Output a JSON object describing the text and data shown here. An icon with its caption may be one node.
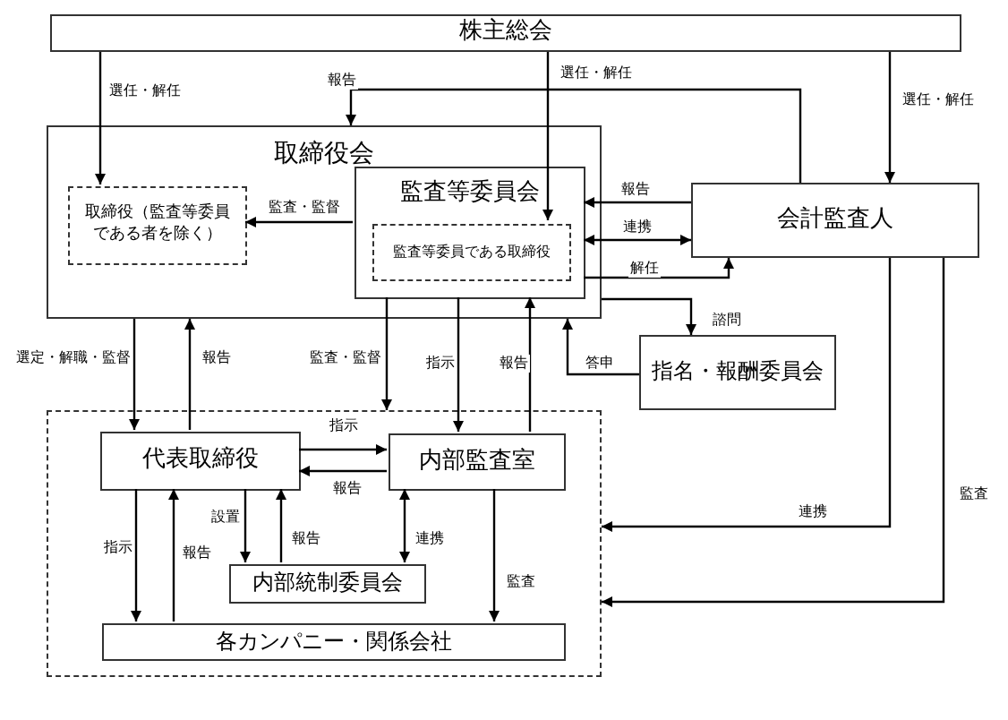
{
  "diagram": {
    "nodes": [
      {
        "text": [
          "株主総会"
        ]
      },
      {
        "text": [
          "取締役会"
        ]
      },
      {
        "text": [
          "取締役（監査等委員である者を除く）"
        ],
        "in": 1
      },
      {
        "text": [
          "監査等委員会"
        ],
        "in": 1
      },
      {
        "text": [
          "監査等委員である取締役"
        ],
        "in": 3
      },
      {
        "text": [
          "会計監査人"
        ]
      },
      {
        "text": [
          "指名・報酬委員会"
        ]
      },
      {
        "text": [],
        "shape": "box"
      },
      {
        "text": [
          "代表取締役"
        ],
        "in": 7
      },
      {
        "text": [
          "内部監査室"
        ],
        "in": 7
      },
      {
        "text": [
          "内部統制委員会"
        ],
        "in": 7
      },
      {
        "text": [
          "各カンパニー・関係会社"
        ],
        "in": 7
      }
    ],
    "edges": [
      {
        "from": 0,
        "to": 2,
        "arrow": "to",
        "label": "選任・解任"
      },
      {
        "from": 0,
        "to": 4,
        "arrow": "to",
        "label": "選任・解任"
      },
      {
        "from": 0,
        "to": 5,
        "arrow": "to",
        "label": "選任・解任"
      },
      {
        "from": 5,
        "to": 1,
        "arrow": "to",
        "label": "報告"
      },
      {
        "from": 3,
        "to": 2,
        "arrow": "to",
        "label": "監査・監督"
      },
      {
        "from": 5,
        "to": 3,
        "arrow": "to",
        "label": "報告"
      },
      {
        "from": 3,
        "to": 5,
        "arrow": "both",
        "label": "連携"
      },
      {
        "from": 3,
        "to": 5,
        "arrow": "to",
        "label": "解任"
      },
      {
        "from": 1,
        "to": 6,
        "arrow": "to",
        "label": "諮問"
      },
      {
        "from": 6,
        "to": 1,
        "arrow": "to",
        "label": "答申"
      },
      {
        "from": 1,
        "to": 8,
        "arrow": "to",
        "label": "選定・解職・監督"
      },
      {
        "from": 8,
        "to": 1,
        "arrow": "to",
        "label": "報告"
      },
      {
        "from": 3,
        "to": 7,
        "arrow": "to",
        "label": "監査・監督"
      },
      {
        "from": 3,
        "to": 9,
        "arrow": "to",
        "label": "指示"
      },
      {
        "from": 9,
        "to": 3,
        "arrow": "to",
        "label": "報告"
      },
      {
        "from": 8,
        "to": 9,
        "arrow": "to",
        "label": "指示"
      },
      {
        "from": 9,
        "to": 8,
        "arrow": "to",
        "label": "報告"
      },
      {
        "from": 8,
        "to": 10,
        "arrow": "to",
        "label": "設置"
      },
      {
        "from": 10,
        "to": 8,
        "arrow": "to",
        "label": "報告"
      },
      {
        "from": 9,
        "to": 10,
        "arrow": "both",
        "label": "連携"
      },
      {
        "from": 9,
        "to": 11,
        "arrow": "to",
        "label": "監査"
      },
      {
        "from": 8,
        "to": 11,
        "arrow": "to",
        "label": "指示"
      },
      {
        "from": 11,
        "to": 8,
        "arrow": "to",
        "label": "報告"
      },
      {
        "from": 5,
        "to": 7,
        "arrow": "to",
        "label": "連携"
      },
      {
        "from": 5,
        "to": 7,
        "arrow": "to",
        "label": "監査"
      }
    ]
  }
}
